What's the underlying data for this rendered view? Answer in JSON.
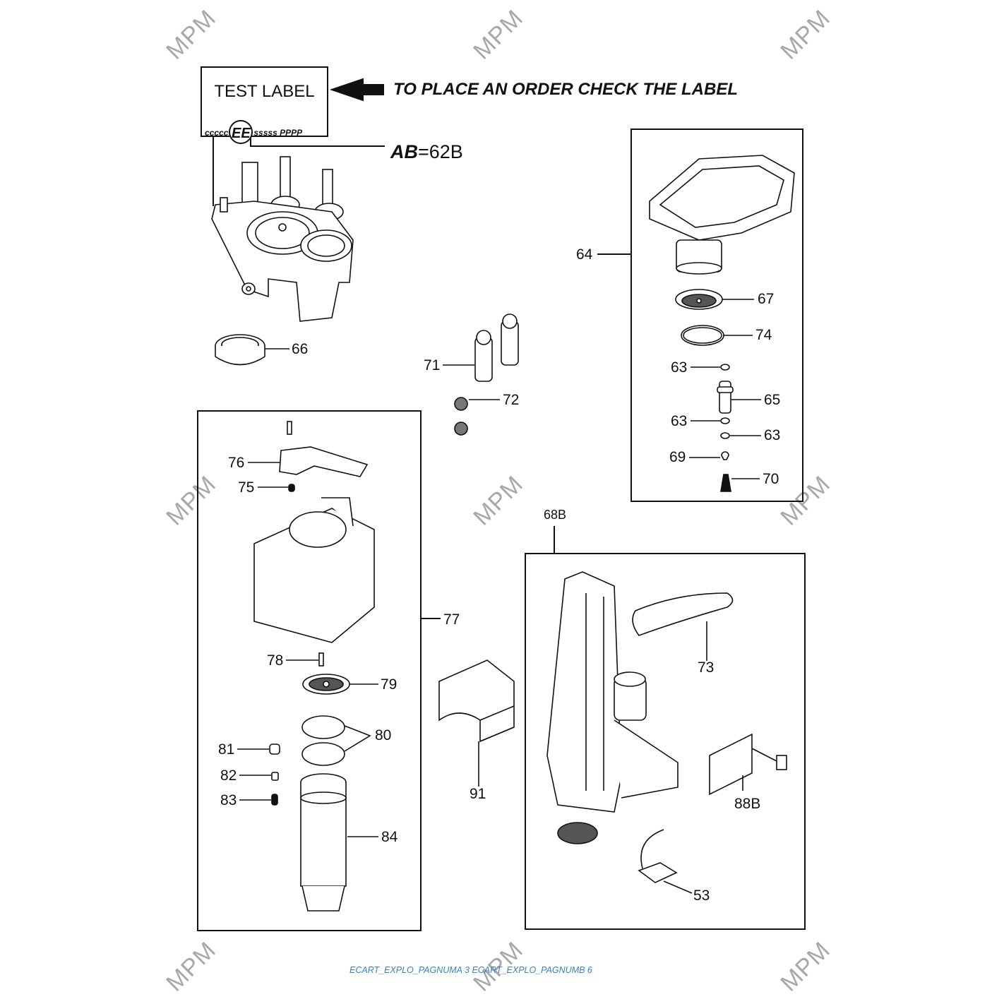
{
  "watermark": "MPM",
  "label": {
    "title": "TEST LABEL",
    "code_prefix": "ccccc",
    "code_circle": "EE",
    "code_suffix": "sssss",
    "code_tail": "PPPP"
  },
  "order_instruction": "TO PLACE AN ORDER CHECK THE LABEL",
  "ab_note": {
    "key": "AB",
    "value": "=62B"
  },
  "groups": {
    "group_64": "64",
    "group_77": "77",
    "group_68b": "68B"
  },
  "parts": {
    "p66": "66",
    "p67": "67",
    "p74": "74",
    "p63a": "63",
    "p65": "65",
    "p63b": "63",
    "p63c": "63",
    "p69": "69",
    "p70": "70",
    "p71": "71",
    "p72": "72",
    "p76": "76",
    "p75": "75",
    "p78": "78",
    "p79": "79",
    "p80": "80",
    "p81": "81",
    "p82": "82",
    "p83": "83",
    "p84": "84",
    "p91": "91",
    "p73": "73",
    "p88b": "88B",
    "p53": "53"
  },
  "footer": "ECART_EXPLO_PAGNUMA 3 ECART_EXPLO_PAGNUMB 6",
  "colors": {
    "ink": "#111111",
    "watermark": "#9a9a9a",
    "footer": "#3c7fc0"
  }
}
